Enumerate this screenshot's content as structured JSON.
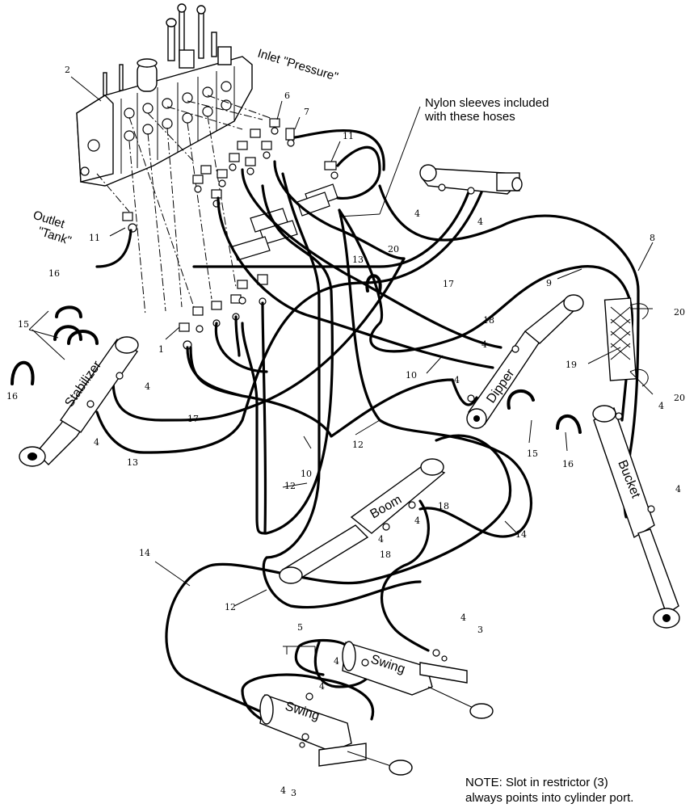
{
  "labels": {
    "inlet": "Inlet \"Pressure\"",
    "nylon_line1": "Nylon sleeves included",
    "nylon_line2": "with these hoses",
    "outlet_line1": "Outlet",
    "outlet_line2": "\"Tank\"",
    "note_line1": "NOTE:  Slot in restrictor (3)",
    "note_line2": "always points into cylinder port."
  },
  "cylinders": {
    "stabilizer": "Stabilizer",
    "dipper": "Dipper",
    "bucket": "Bucket",
    "boom": "Boom",
    "swing_upper": "Swing",
    "swing_lower": "Swing"
  },
  "callouts": {
    "c1": "1",
    "c2": "2",
    "c3a": "3",
    "c3b": "3",
    "c4a": "4",
    "c4b": "4",
    "c4c": "4",
    "c4d": "4",
    "c4e": "4",
    "c4f": "4",
    "c4g": "4",
    "c4h": "4",
    "c4i": "4",
    "c4j": "4",
    "c4k": "4",
    "c4l": "4",
    "c4m": "4",
    "c5": "5",
    "c6": "6",
    "c7": "7",
    "c8": "8",
    "c9": "9",
    "c10a": "10",
    "c10b": "10",
    "c11a": "11",
    "c11b": "11",
    "c12a": "12",
    "c12b": "12",
    "c12c": "12",
    "c13a": "13",
    "c13b": "13",
    "c14a": "14",
    "c14b": "14",
    "c15a": "15",
    "c15b": "15",
    "c16a": "16",
    "c16b": "16",
    "c16c": "16",
    "c17a": "17",
    "c17b": "17",
    "c18a": "18",
    "c18b": "18",
    "c18c": "18",
    "c19": "19",
    "c20a": "20",
    "c20b": "20",
    "c20c": "20"
  }
}
